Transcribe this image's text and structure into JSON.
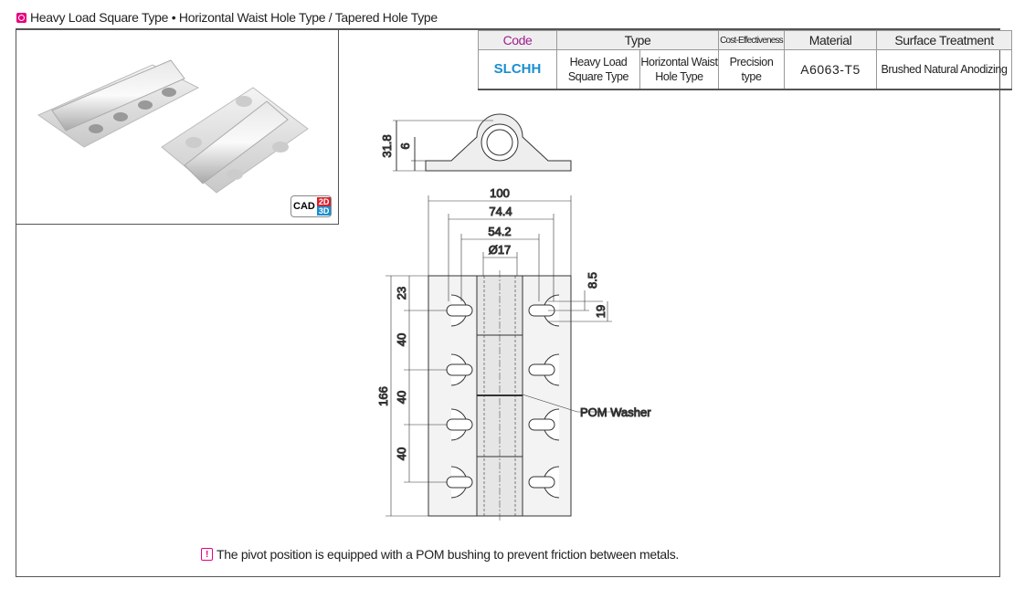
{
  "title": "Heavy Load Square Type • Horizontal Waist Hole Type / Tapered Hole Type",
  "cad": {
    "label": "CAD",
    "d2": "2D",
    "d3": "3D"
  },
  "table": {
    "headers": {
      "code": "Code",
      "type": "Type",
      "cost": "Cost-Effectiveness",
      "material": "Material",
      "surface": "Surface Treatment"
    },
    "row": {
      "code": "SLCHH",
      "type1": "Heavy Load Square Type",
      "type2": "Horizontal Waist Hole Type",
      "cost": "Precision type",
      "material": "A6063-T5",
      "surface": "Brushed Natural Anodizing"
    }
  },
  "colors": {
    "accent": "#e6007e",
    "code": "#1a8fd0",
    "codeHeader": "#a0208c"
  },
  "drawing": {
    "height_total": "31.8",
    "height_plate": "6",
    "width": "100",
    "pitch_outer": "74.4",
    "pitch_inner": "54.2",
    "pivot_dia": "Ø17",
    "length": "166",
    "edge": "23",
    "spacing1": "40",
    "spacing2": "40",
    "spacing3": "40",
    "slot_offset": "8.5",
    "slot_length": "19",
    "washer_label": "POM Washer"
  },
  "note": "The pivot position is equipped with a POM bushing to prevent friction between metals."
}
